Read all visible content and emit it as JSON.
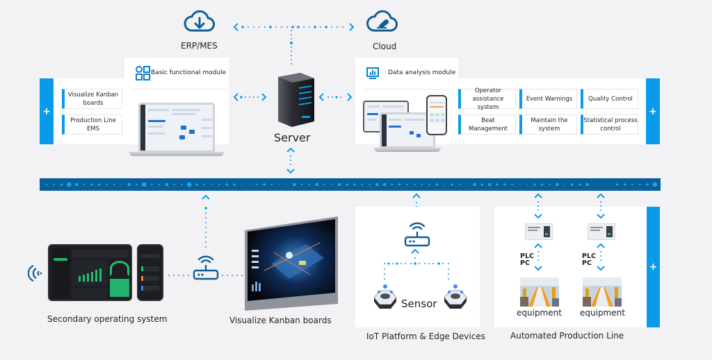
{
  "top": {
    "erp": {
      "label": "ERP/MES",
      "icon": "cloud-download-icon"
    },
    "cloud": {
      "label": "Cloud",
      "icon": "cloud-icon"
    }
  },
  "server": {
    "label": "Server",
    "icon": "server-icon"
  },
  "basic_module": {
    "title": "Basic functional module",
    "icon": "grid-icon",
    "features": [
      "Visualize Kanban boards",
      "Production Line EMS"
    ],
    "expand_label": "+"
  },
  "data_module": {
    "title": "Data analysis module",
    "icon": "monitor-chart-icon",
    "features": [
      "Operator assistance system",
      "Event Warnings",
      "Quality Control",
      "Beat Management",
      "Maintain the system",
      "Statistical process control"
    ],
    "expand_label": "+"
  },
  "bottom": {
    "secondary": {
      "label": "Secondary operating system",
      "icon": "wireless-signal-icon"
    },
    "kanban": {
      "label": "Visualize Kanban boards"
    },
    "iot": {
      "label": "IoT Platform & Edge Devices",
      "sensor_label": "Sensor"
    },
    "production": {
      "label": "Automated Production Line",
      "expand_label": "+",
      "units": [
        {
          "controller": "PLC\nPC",
          "plc_line1": "PLC",
          "plc_line2": "PC",
          "equipment": "equipment"
        },
        {
          "controller": "PLC\nPC",
          "plc_line1": "PLC",
          "plc_line2": "PC",
          "equipment": "equipment"
        }
      ]
    }
  },
  "colors": {
    "accent": "#0a9aea",
    "bus": "#07609a",
    "icon": "#0f5d96",
    "background": "#f2f2f4"
  }
}
